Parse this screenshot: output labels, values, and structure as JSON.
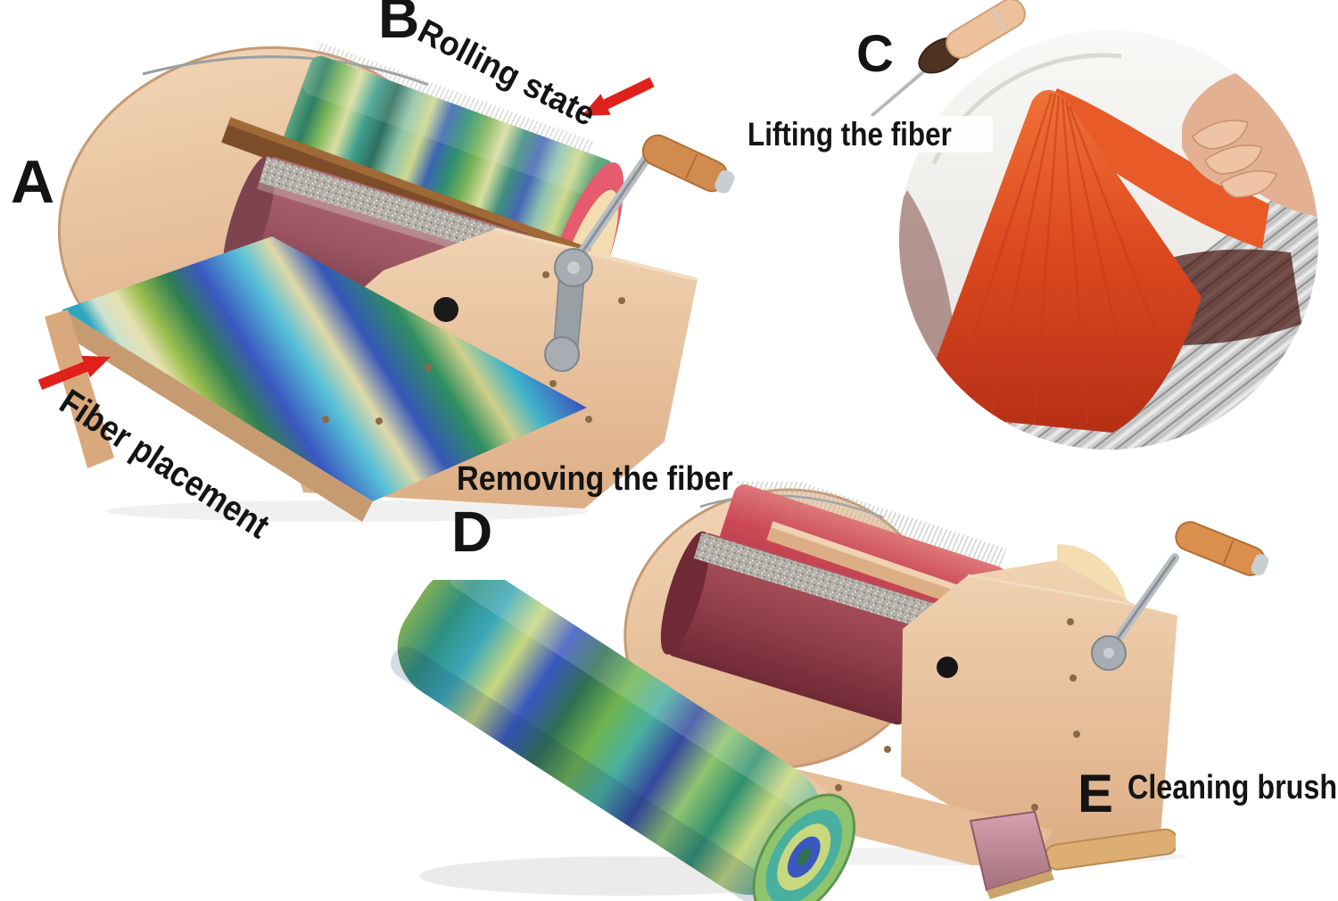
{
  "labels": {
    "a": "A",
    "b": "B",
    "c": "C",
    "d": "D",
    "e": "E"
  },
  "captions": {
    "rolling_state": "Rolling state",
    "fiber_placement": "Fiber placement",
    "lifting_the_fiber": "Lifting the fiber",
    "removing_the_fiber": "Removing the fiber",
    "cleaning_brush": "Cleaning brush"
  },
  "colors": {
    "background": "#ffffff",
    "text": "#141414",
    "arrow_red": "#e0201a",
    "wood_light": "#eac7a5",
    "wood_bar_dark": "#7d4c28",
    "carder_drum_fiber_greens": [
      "#3e8f6f",
      "#79b457",
      "#d9dfa0",
      "#3a66b0",
      "#2e6f5f"
    ],
    "carder_drum_red": "#c43a4a",
    "licker_in_maroon": "#9a5360",
    "batt_fiber": [
      "#2f8f7f",
      "#7ab44f",
      "#c8d87f",
      "#3a57c0"
    ],
    "closeup_fiber_red": "#dd4a20",
    "metal_gray": "#a7adb2",
    "brush_pad_pink": "#c08b9b"
  }
}
